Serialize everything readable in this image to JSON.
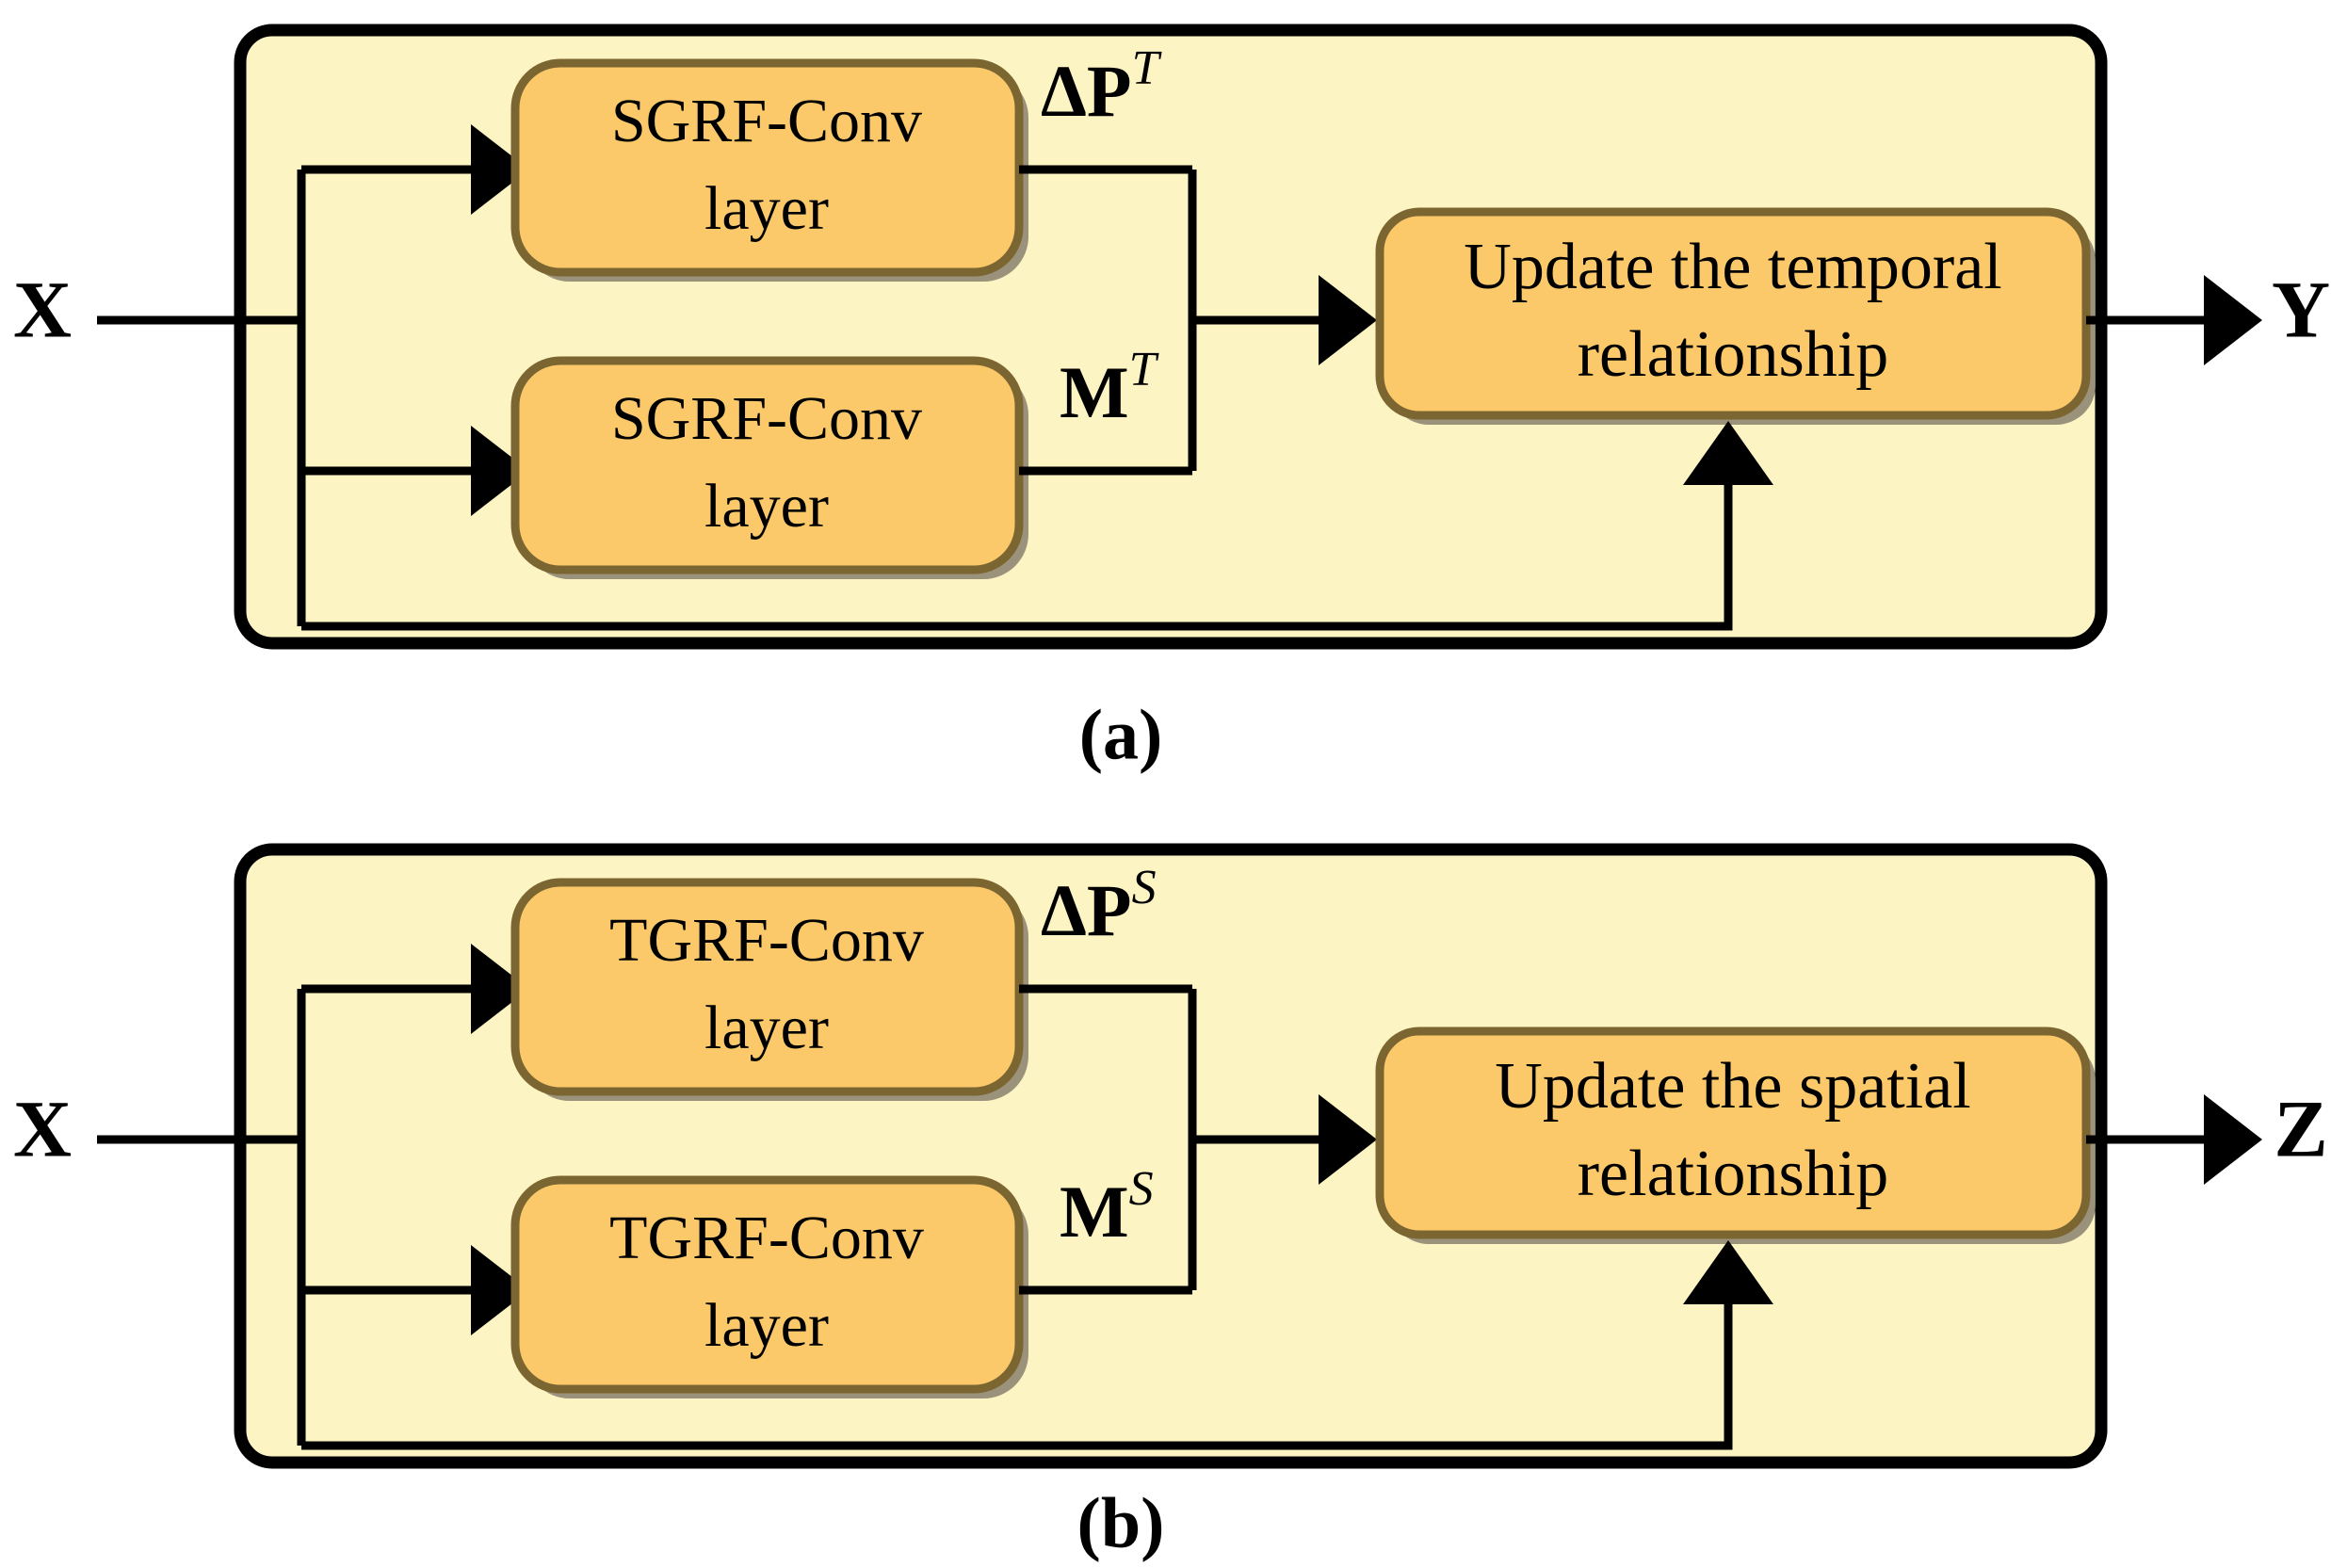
{
  "figure": {
    "background_color": "#ffffff",
    "panel_fill": "#fdf4c4",
    "panel_stroke": "#000000",
    "node_fill": "#fbc96a",
    "node_stroke": "#7b6631",
    "wire_color": "#000000"
  },
  "panels": [
    {
      "id": "panel-a",
      "caption": "(a)",
      "input_label": "X",
      "output_label": "Y",
      "branch_top": {
        "line1": "SGRF-Conv",
        "line2": "layer",
        "signal_base": "ΔP",
        "signal_sup": "T"
      },
      "branch_bottom": {
        "line1": "SGRF-Conv",
        "line2": "layer",
        "signal_base": "M",
        "signal_sup": "T"
      },
      "update": {
        "line1": "Update the temporal",
        "line2": "relationship"
      }
    },
    {
      "id": "panel-b",
      "caption": "(b)",
      "input_label": "X",
      "output_label": "Z",
      "branch_top": {
        "line1": "TGRF-Conv",
        "line2": "layer",
        "signal_base": "ΔP",
        "signal_sup": "S"
      },
      "branch_bottom": {
        "line1": "TGRF-Conv",
        "line2": "layer",
        "signal_base": "M",
        "signal_sup": "S"
      },
      "update": {
        "line1": "Update the spatial",
        "line2": "relationship"
      }
    }
  ]
}
